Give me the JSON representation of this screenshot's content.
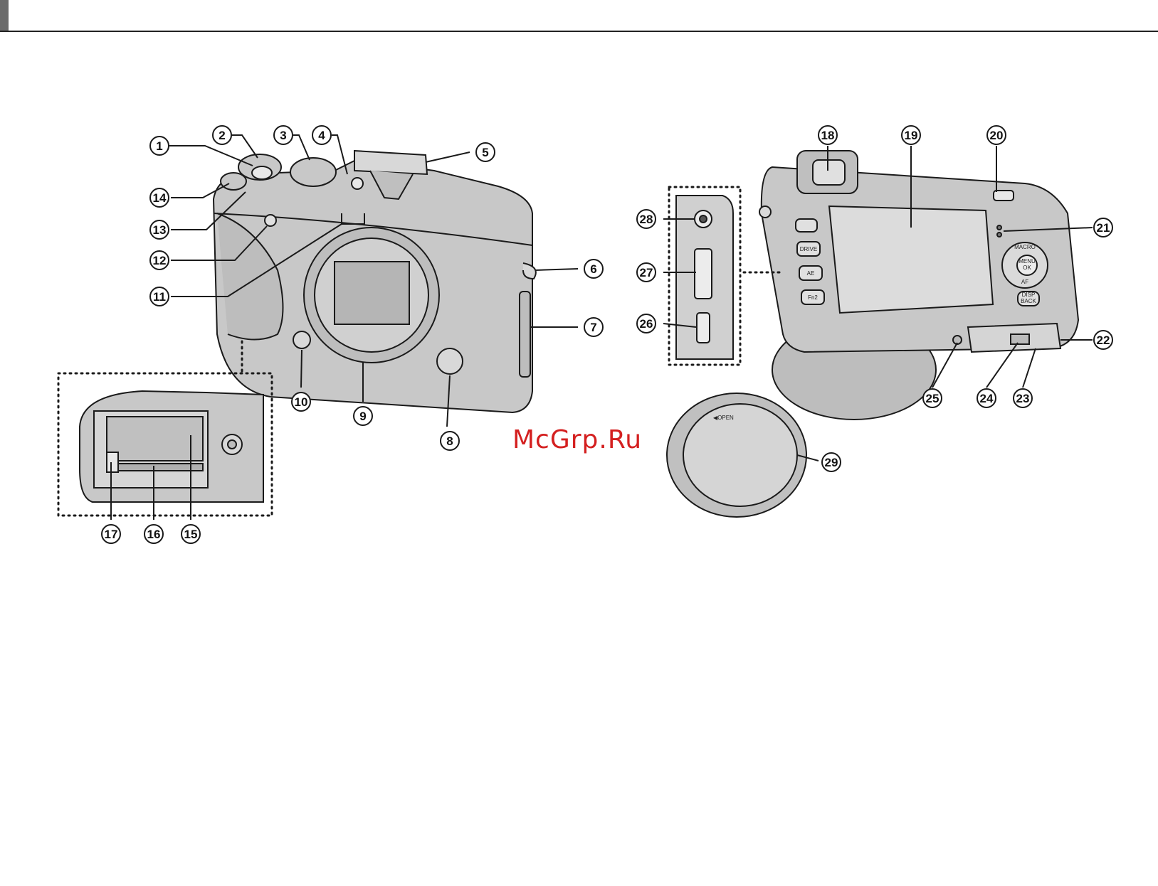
{
  "colors": {
    "body_gray": "#c8c8c8",
    "line": "#1a1a1a",
    "header_tab": "#6b6b6b",
    "watermark_red": "#d42020"
  },
  "figure": {
    "callouts": [
      "1",
      "2",
      "3",
      "4",
      "5",
      "6",
      "7",
      "8",
      "9",
      "10",
      "11",
      "12",
      "13",
      "14",
      "15",
      "16",
      "17",
      "18",
      "19",
      "20",
      "21",
      "22",
      "23",
      "24",
      "25",
      "26",
      "27",
      "28",
      "29"
    ]
  },
  "labels": {
    "cap_open": "◀OPEN",
    "btn_drive": "DRIVE",
    "btn_ae": "AE",
    "btn_fn2": "Fn2",
    "btn_macro": "MACRO",
    "btn_menu": "MENU",
    "btn_ok": "OK",
    "btn_af": "AF",
    "btn_disp": "DISP",
    "btn_back": "BACK"
  },
  "watermark": "McGrp.Ru"
}
